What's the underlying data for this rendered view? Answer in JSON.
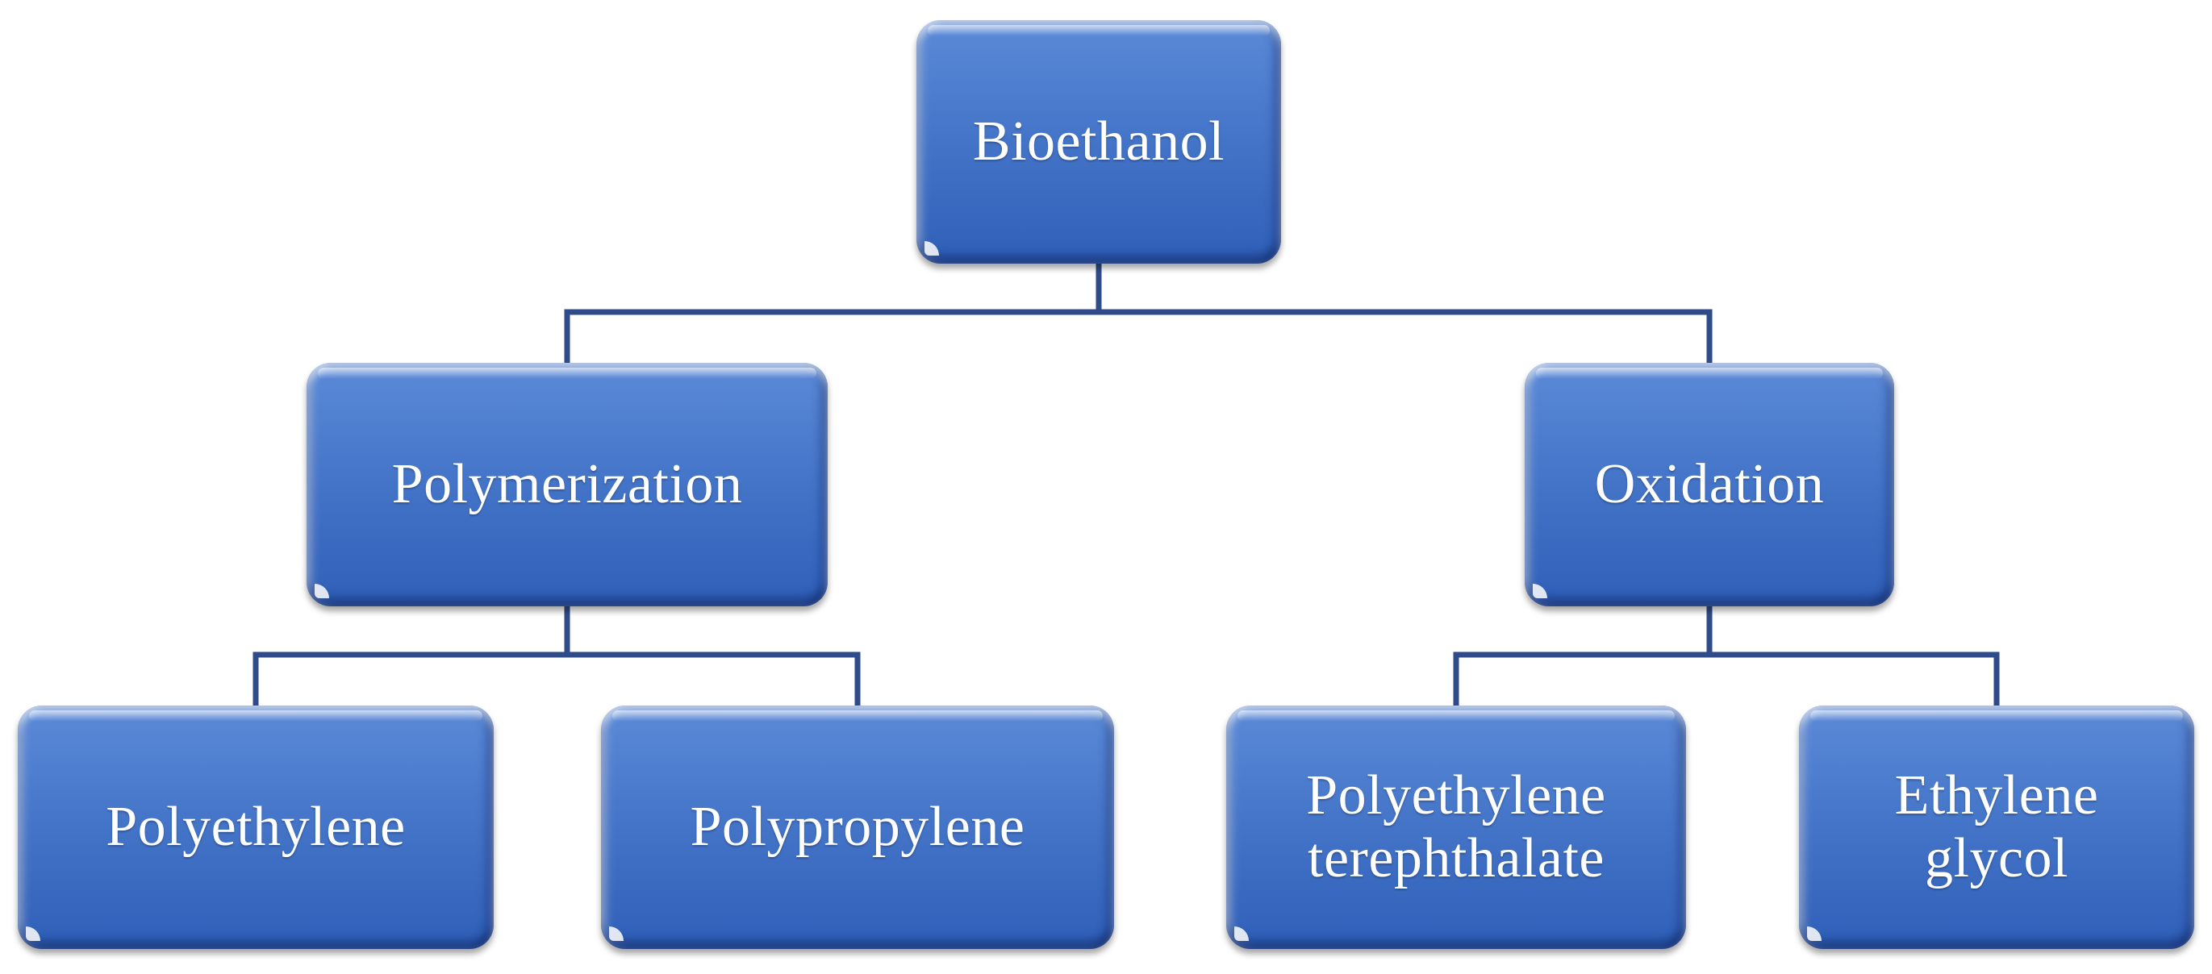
{
  "diagram": {
    "root": {
      "label": "Bioethanol"
    },
    "processes": [
      {
        "label": "Polymerization"
      },
      {
        "label": "Oxidation"
      }
    ],
    "products": [
      {
        "label": "Polyethylene"
      },
      {
        "label": "Polypropylene"
      },
      {
        "label": "Polyethylene\nterephthalate"
      },
      {
        "label": "Ethylene\nglycol"
      }
    ],
    "colors": {
      "box_fill": "#4676c9",
      "box_highlight": "#5b8ad8",
      "box_shadow": "#2f5fb8",
      "connector": "#2f4b8a",
      "text": "#ffffff"
    }
  }
}
